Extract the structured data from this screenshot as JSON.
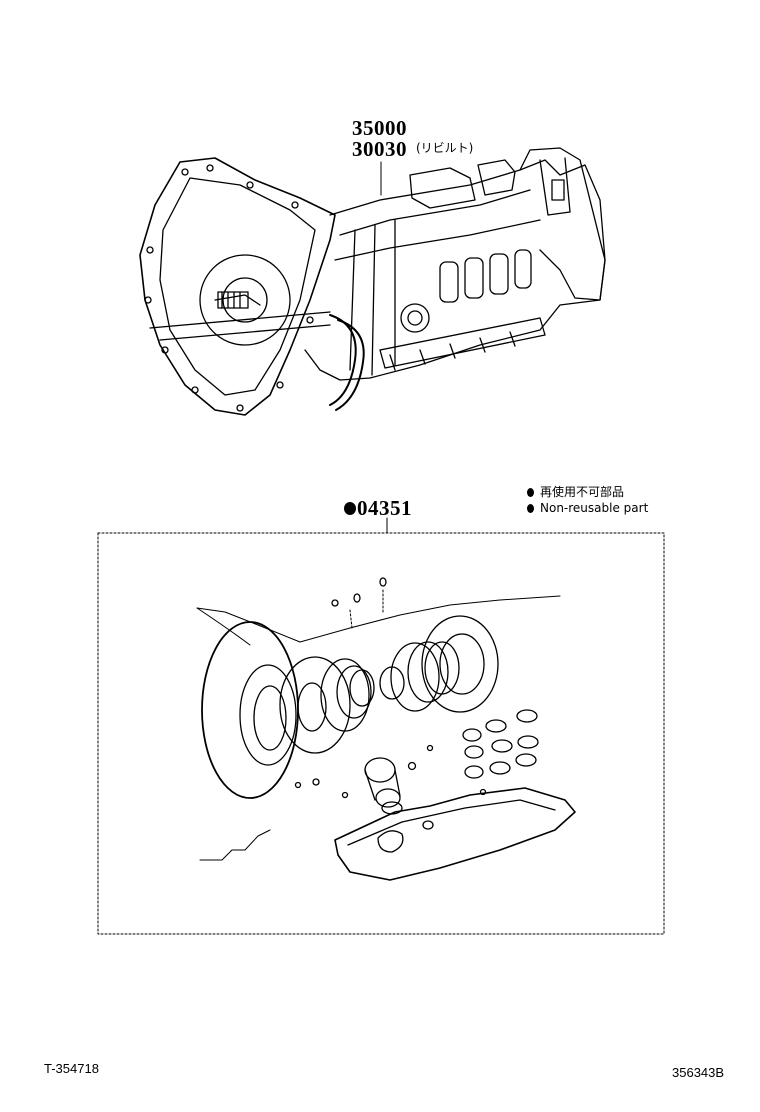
{
  "callouts": {
    "transmission_part_1": "35000",
    "transmission_part_2": "30030",
    "rebuilt_note": "(リビルト)",
    "kit_part": "04351"
  },
  "legend": {
    "line_1": "再使用不可部品",
    "line_2": "Non-reusable part"
  },
  "footer": {
    "left_code": "T-354718",
    "right_code": "356343B"
  }
}
